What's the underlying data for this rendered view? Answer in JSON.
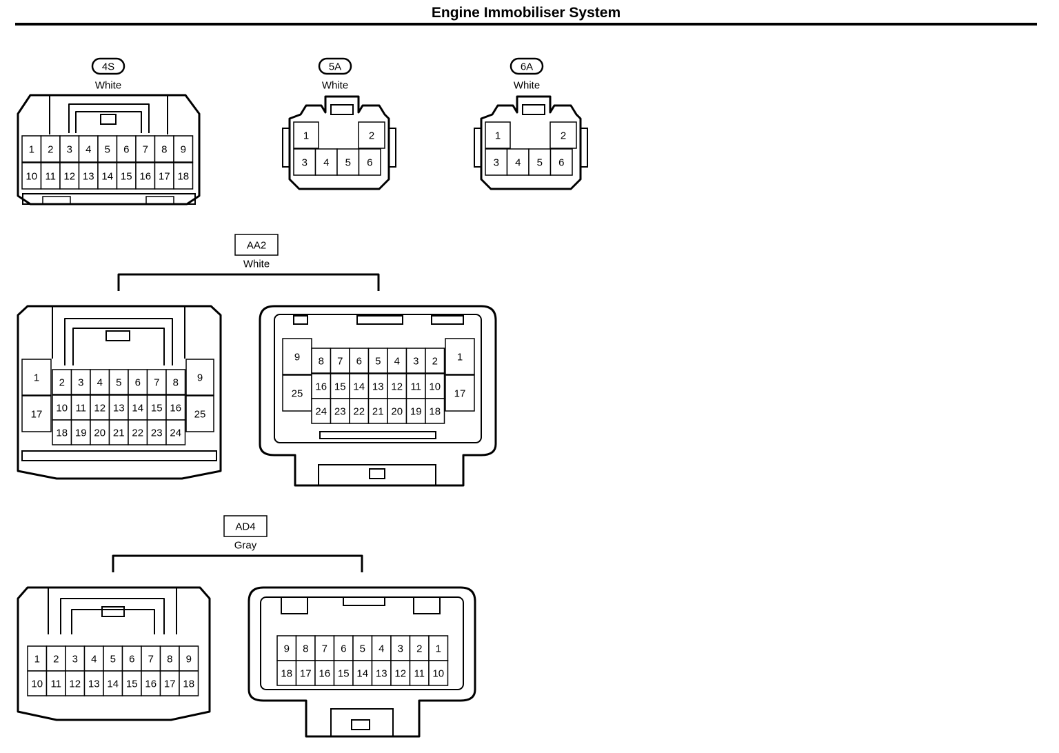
{
  "title": "Engine Immobiliser System",
  "connectors": [
    {
      "id": "4S",
      "color": "White",
      "label_style": "oval",
      "pin_rows": [
        [
          "1",
          "2",
          "3",
          "4",
          "5",
          "6",
          "7",
          "8",
          "9"
        ],
        [
          "10",
          "11",
          "12",
          "13",
          "14",
          "15",
          "16",
          "17",
          "18"
        ]
      ]
    },
    {
      "id": "5A",
      "color": "White",
      "label_style": "oval",
      "pin_rows": [
        [
          "1",
          "2"
        ],
        [
          "3",
          "4",
          "5",
          "6"
        ]
      ]
    },
    {
      "id": "6A",
      "color": "White",
      "label_style": "oval",
      "pin_rows": [
        [
          "1",
          "2"
        ],
        [
          "3",
          "4",
          "5",
          "6"
        ]
      ]
    },
    {
      "id": "AA2",
      "color": "White",
      "label_style": "box",
      "male_view": {
        "side_pins": [
          [
            "1",
            "17"
          ],
          [
            "9",
            "25"
          ]
        ],
        "pin_rows": [
          [
            "2",
            "3",
            "4",
            "5",
            "6",
            "7",
            "8"
          ],
          [
            "10",
            "11",
            "12",
            "13",
            "14",
            "15",
            "16"
          ],
          [
            "18",
            "19",
            "20",
            "21",
            "22",
            "23",
            "24"
          ]
        ]
      },
      "female_view": {
        "side_pins": [
          [
            "9",
            "25"
          ],
          [
            "1",
            "17"
          ]
        ],
        "pin_rows": [
          [
            "8",
            "7",
            "6",
            "5",
            "4",
            "3",
            "2"
          ],
          [
            "16",
            "15",
            "14",
            "13",
            "12",
            "11",
            "10"
          ],
          [
            "24",
            "23",
            "22",
            "21",
            "20",
            "19",
            "18"
          ]
        ]
      }
    },
    {
      "id": "AD4",
      "color": "Gray",
      "label_style": "box",
      "male_view": {
        "pin_rows": [
          [
            "1",
            "2",
            "3",
            "4",
            "5",
            "6",
            "7",
            "8",
            "9"
          ],
          [
            "10",
            "11",
            "12",
            "13",
            "14",
            "15",
            "16",
            "17",
            "18"
          ]
        ]
      },
      "female_view": {
        "pin_rows": [
          [
            "9",
            "8",
            "7",
            "6",
            "5",
            "4",
            "3",
            "2",
            "1"
          ],
          [
            "18",
            "17",
            "16",
            "15",
            "14",
            "13",
            "12",
            "11",
            "10"
          ]
        ]
      }
    }
  ]
}
